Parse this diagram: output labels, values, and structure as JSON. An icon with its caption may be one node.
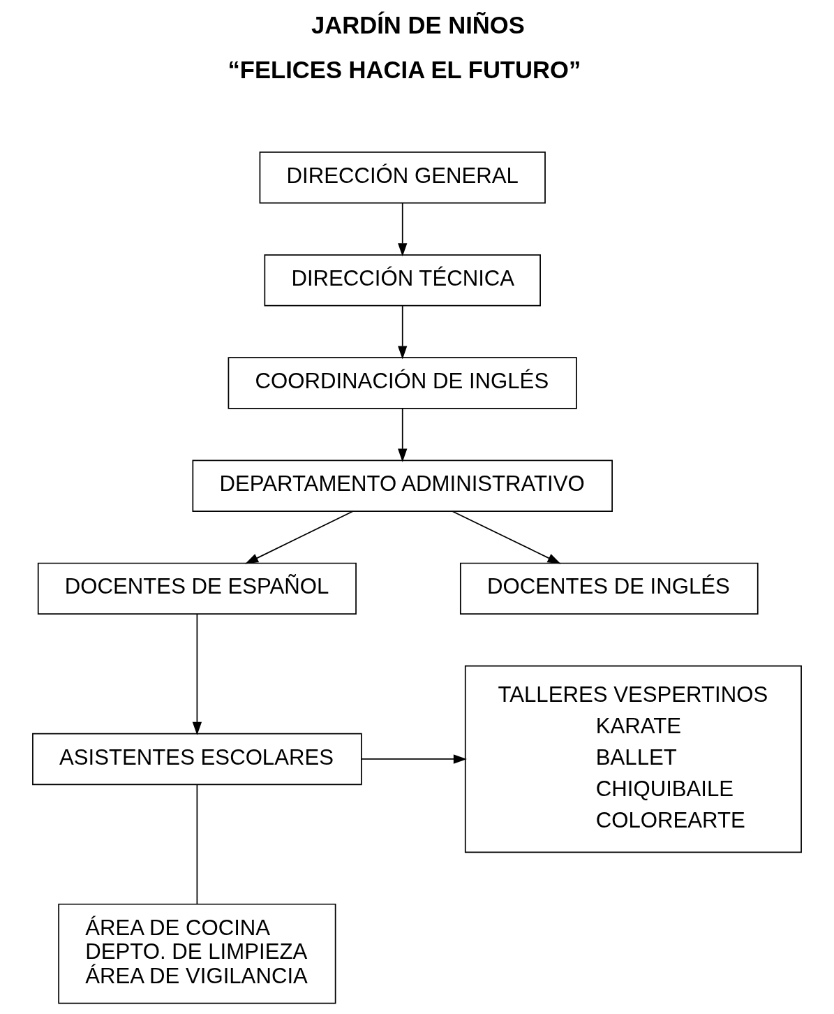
{
  "diagram": {
    "title": "JARDÍN DE NIÑOS",
    "nodes": [
      {
        "text": [
          "DIRECCIÓN GENERAL"
        ]
      },
      {
        "text": [
          "DIRECCIÓN TÉCNICA"
        ]
      },
      {
        "text": [
          "COORDINACIÓN DE INGLÉS"
        ]
      },
      {
        "text": [
          "DEPARTAMENTO ADMINISTRATIVO"
        ]
      },
      {
        "text": [
          "DOCENTES DE ESPAÑOL"
        ]
      },
      {
        "text": [
          "DOCENTES DE INGLÉS"
        ]
      },
      {
        "text": [
          "ASISTENTES ESCOLARES"
        ]
      },
      {
        "text": [
          "TALLERES VESPERTINOS",
          "KARATE",
          "BALLET",
          "CHIQUIBAILE",
          "COLOREARTE"
        ]
      },
      {
        "text": [
          "ÁREA DE COCINA",
          "DEPTO. DE LIMPIEZA",
          "ÁREA DE VIGILANCIA"
        ]
      }
    ],
    "edges": [
      {
        "from": 0,
        "to": 1,
        "arrow": "to"
      },
      {
        "from": 1,
        "to": 2,
        "arrow": "to"
      },
      {
        "from": 2,
        "to": 3,
        "arrow": "to"
      },
      {
        "from": 3,
        "to": 4,
        "arrow": "to"
      },
      {
        "from": 3,
        "to": 5,
        "arrow": "to"
      },
      {
        "from": 4,
        "to": 6,
        "arrow": "to"
      },
      {
        "from": 6,
        "to": 7,
        "arrow": "to"
      },
      {
        "from": 6,
        "to": 8,
        "arrow": "none"
      }
    ],
    "labels": [
      "“FELICES HACIA EL FUTURO”"
    ]
  }
}
